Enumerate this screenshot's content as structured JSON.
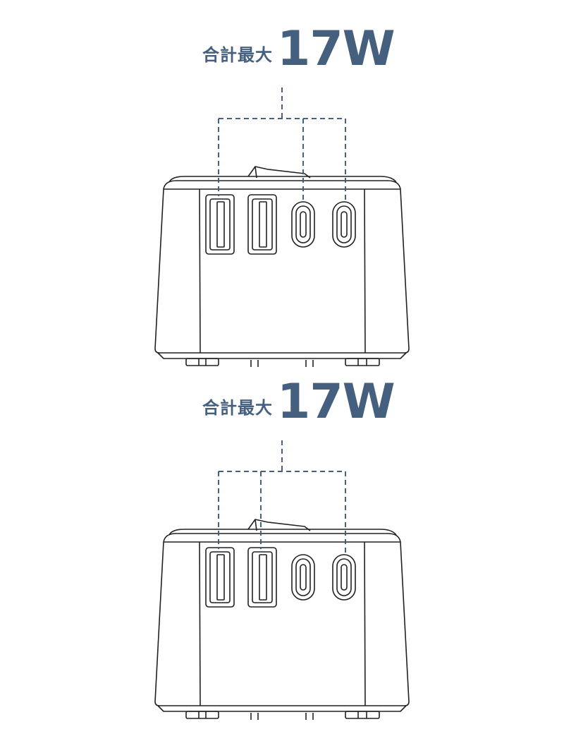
{
  "colors": {
    "accent": "#44607e",
    "outline": "#1f2124",
    "background": "#ffffff"
  },
  "panels": [
    {
      "label_prefix": "合計最大",
      "label_value": "17W",
      "highlighted_ports": [
        "usb-a-1",
        "usb-c-1",
        "usb-c-2"
      ]
    },
    {
      "label_prefix": "合計最大",
      "label_value": "17W",
      "highlighted_ports": [
        "usb-a-1",
        "usb-a-2",
        "usb-c-2"
      ]
    }
  ]
}
